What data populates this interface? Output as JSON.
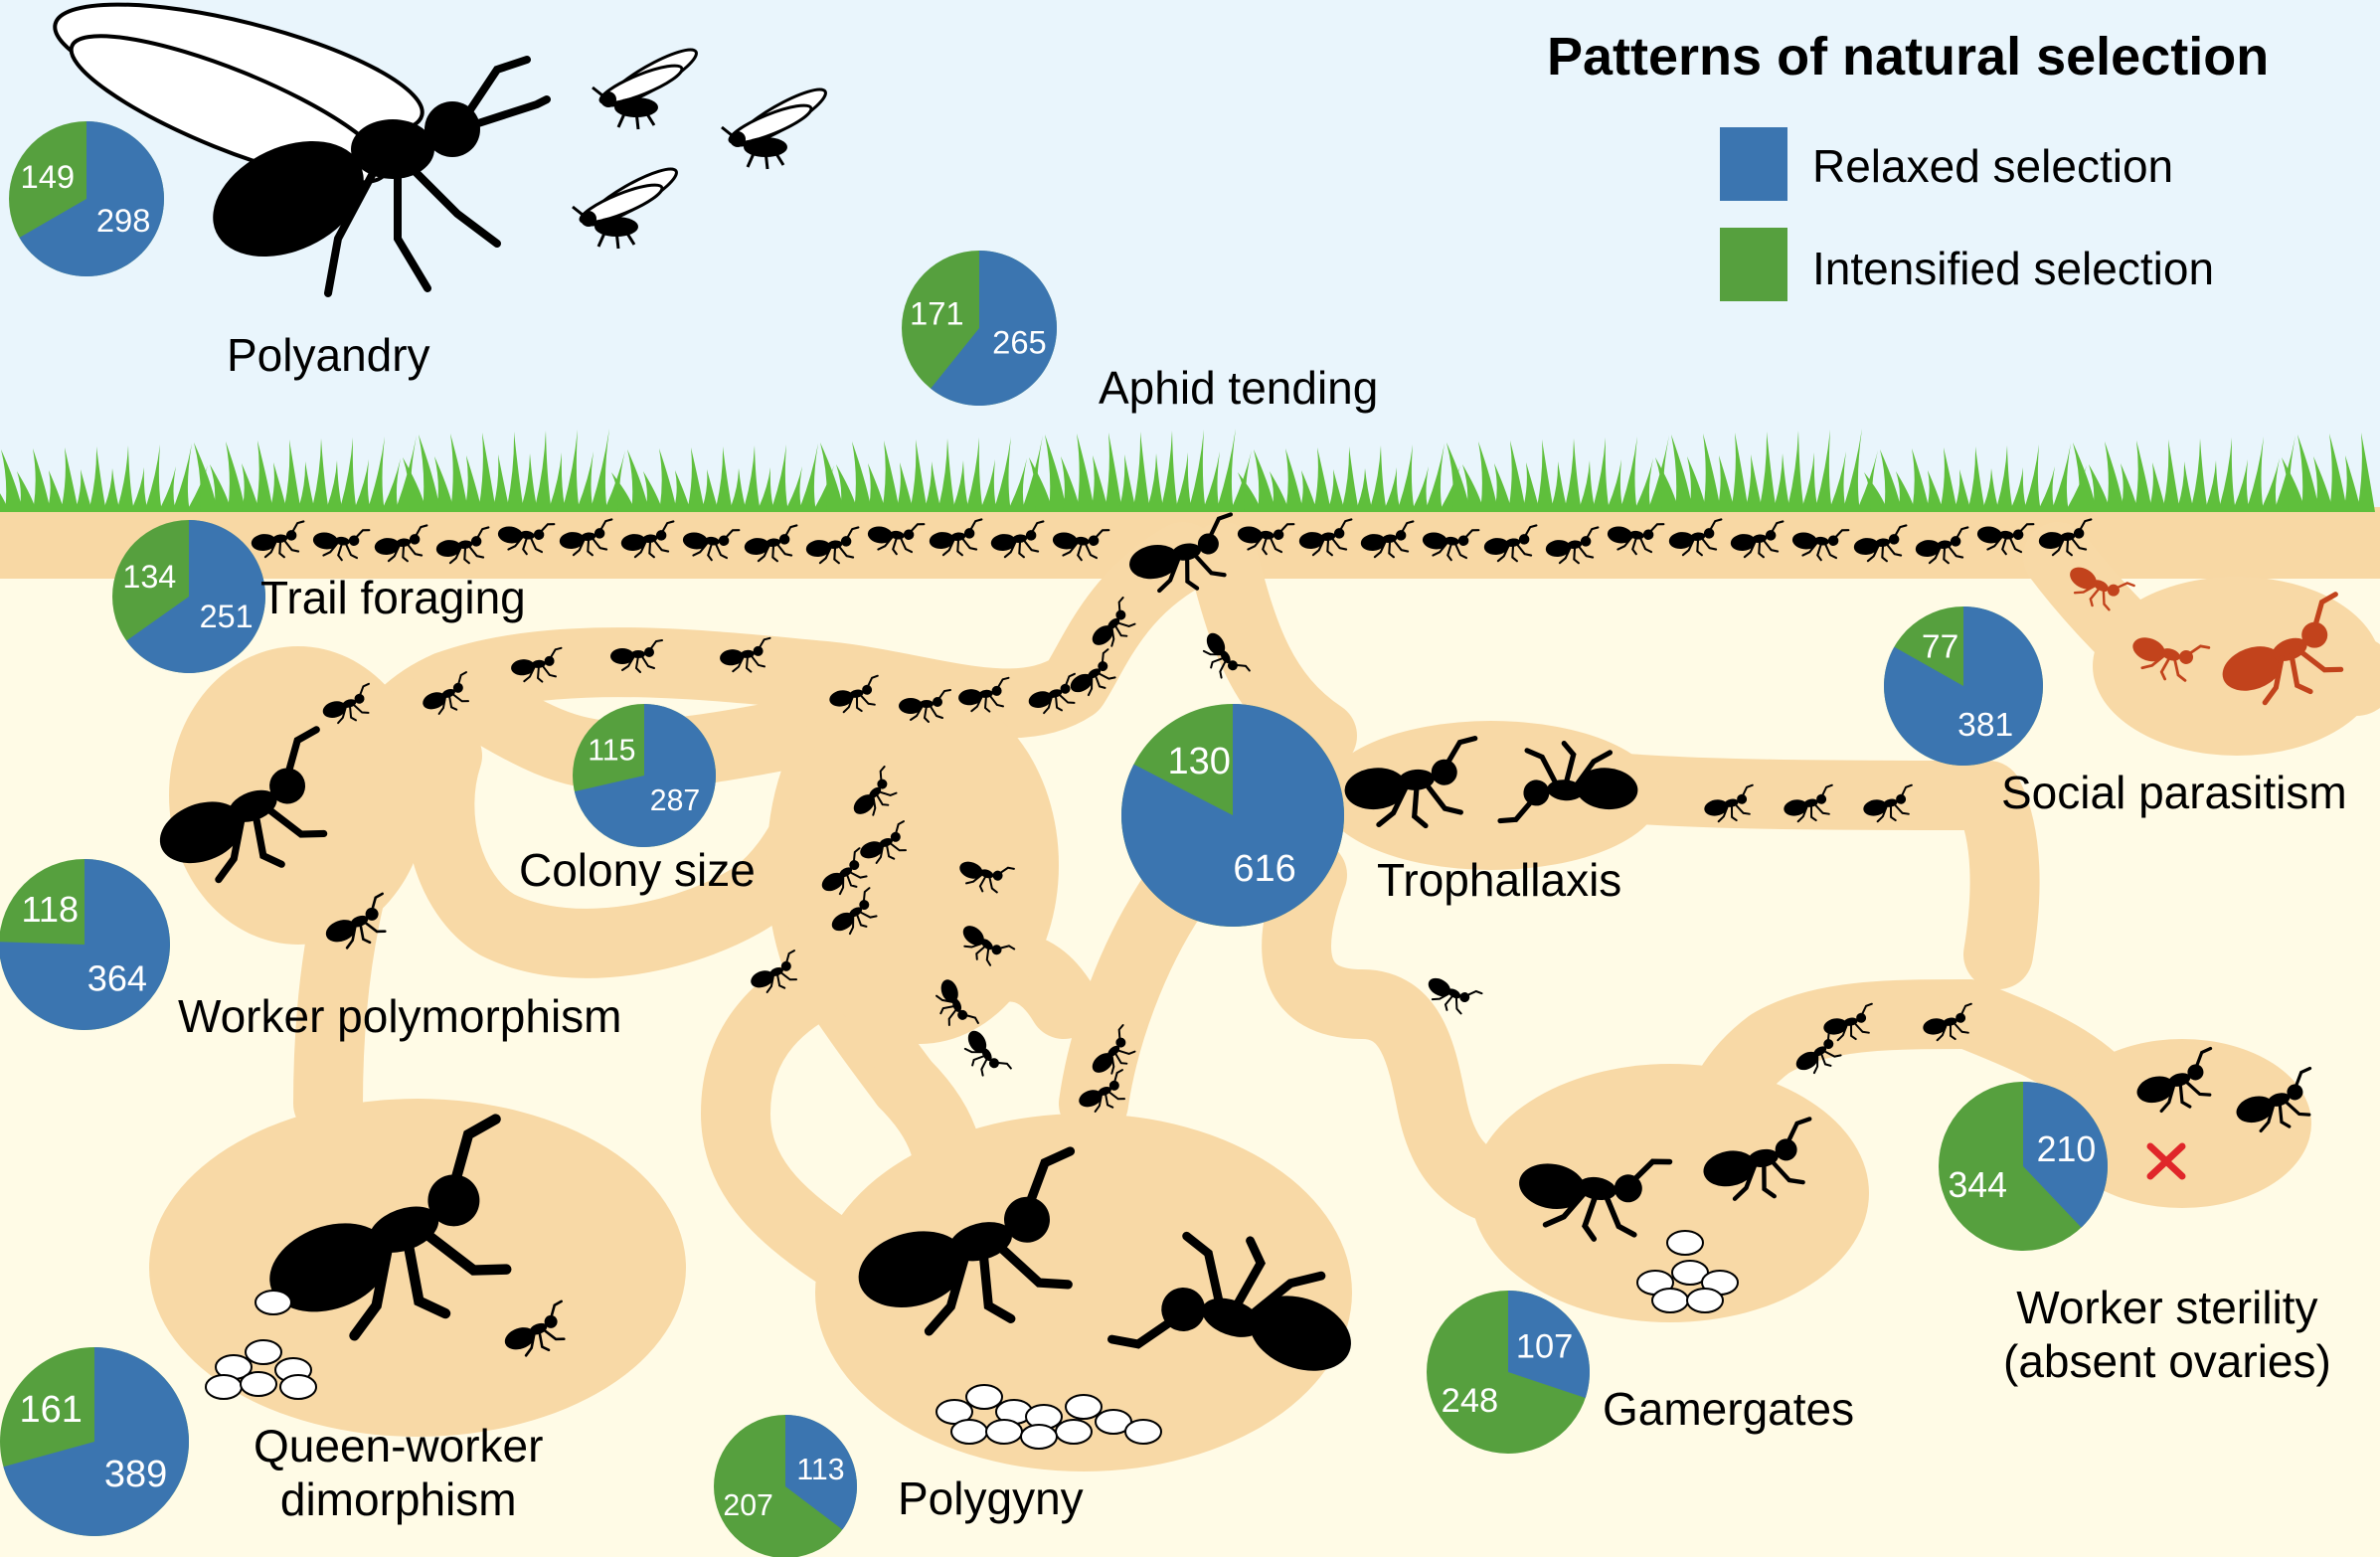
{
  "legend": {
    "title": "Patterns of natural selection",
    "items": [
      {
        "name": "relaxed",
        "label": "Relaxed selection",
        "color": "#3b75b0"
      },
      {
        "name": "intensified",
        "label": "Intensified selection",
        "color": "#56a03e"
      }
    ]
  },
  "colors": {
    "sky": "#e9f5fc",
    "soil_surface": "#f8d8a4",
    "underground": "#fffbe6",
    "tunnel": "#f8d9a6",
    "grass": "#5fbf3c",
    "ant": "#000000",
    "parasite_ant": "#c2431c",
    "eggs": "#ffffff"
  },
  "traits": [
    {
      "id": "polyandry",
      "label": "Polyandry",
      "relaxed": 298,
      "intensified": 149
    },
    {
      "id": "aphid-tending",
      "label": "Aphid tending",
      "relaxed": 265,
      "intensified": 171
    },
    {
      "id": "trail-foraging",
      "label": "Trail foraging",
      "relaxed": 251,
      "intensified": 134
    },
    {
      "id": "colony-size",
      "label": "Colony size",
      "relaxed": 287,
      "intensified": 115
    },
    {
      "id": "worker-polymorphism",
      "label": "Worker polymorphism",
      "relaxed": 364,
      "intensified": 118
    },
    {
      "id": "trophallaxis",
      "label": "Trophallaxis",
      "relaxed": 616,
      "intensified": 130
    },
    {
      "id": "social-parasitism",
      "label": "Social parasitism",
      "relaxed": 381,
      "intensified": 77
    },
    {
      "id": "queen-worker-dimorphism",
      "label_lines": [
        "Queen-worker",
        "dimorphism"
      ],
      "relaxed": 389,
      "intensified": 161
    },
    {
      "id": "polygyny",
      "label": "Polygyny",
      "relaxed": 113,
      "intensified": 207
    },
    {
      "id": "gamergates",
      "label": "Gamergates",
      "relaxed": 107,
      "intensified": 248
    },
    {
      "id": "worker-sterility",
      "label_lines": [
        "Worker sterility",
        "(absent ovaries)"
      ],
      "relaxed": 210,
      "intensified": 344
    }
  ]
}
